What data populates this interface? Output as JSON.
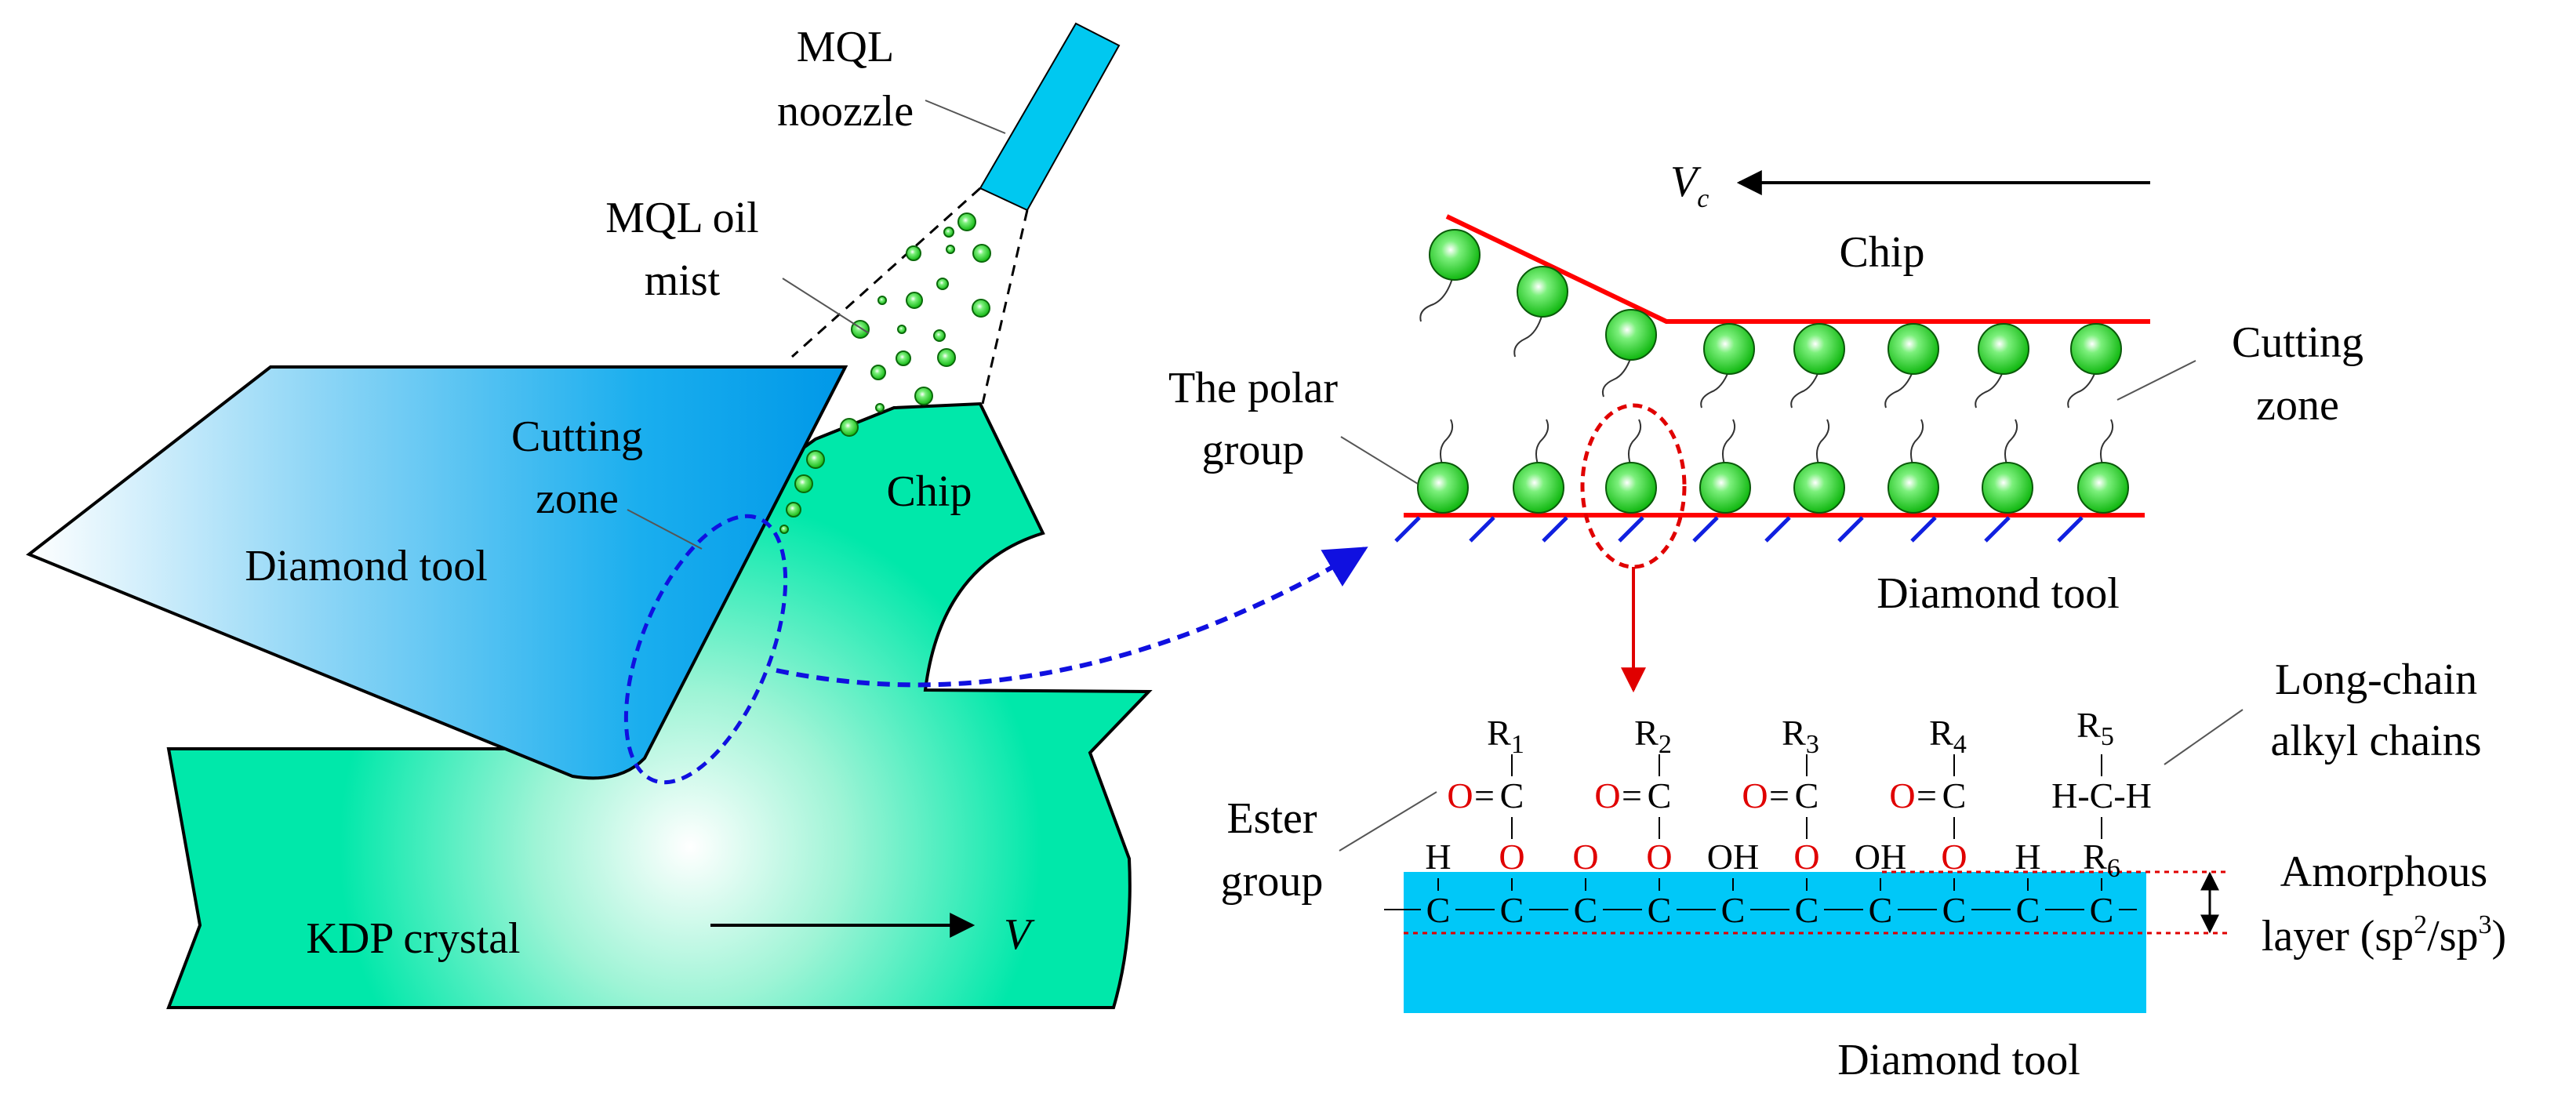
{
  "labels": {
    "mql_nozzle_line1": "MQL",
    "mql_nozzle_line2": "noozzle",
    "mql_oil_line1": "MQL oil",
    "mql_oil_line2": "mist",
    "cutting_zone_left_1": "Cutting",
    "cutting_zone_left_2": "zone",
    "chip_left": "Chip",
    "diamond_tool_left": "Diamond tool",
    "kdp_crystal": "KDP crystal",
    "velocity_v": "V",
    "velocity_vc": "V",
    "velocity_vc_sub": "c",
    "chip_right": "Chip",
    "cutting_zone_right_1": "Cutting",
    "cutting_zone_right_2": "zone",
    "polar_group_1": "The polar",
    "polar_group_2": "group",
    "diamond_tool_right": "Diamond tool",
    "long_chain_1": "Long-chain",
    "long_chain_2": "alkyl chains",
    "ester_1": "Ester",
    "ester_2": "group",
    "amorphous_1": "Amorphous",
    "amorphous_2": "layer (sp",
    "amorphous_sup1": "2",
    "amorphous_mid": "/sp",
    "amorphous_sup2": "3",
    "amorphous_end": ")",
    "diamond_tool_bottom": "Diamond tool"
  },
  "chem": {
    "r": "R",
    "r_subs": [
      "1",
      "2",
      "3",
      "4",
      "5"
    ],
    "r6": "R",
    "r6_sub": "6",
    "o": "O",
    "c": "C",
    "oc_eq": "=",
    "hch": "H-C-H",
    "h": "H",
    "oh": "OH",
    "backbone_carbons": [
      "C",
      "C",
      "C",
      "C",
      "C",
      "C",
      "C",
      "C",
      "C",
      "C"
    ]
  },
  "colors": {
    "tool_blue": "#0aa0e8",
    "kdp_green": "#00e8a8",
    "nozzle_cyan": "#00c8f0",
    "droplet_green": "#20c020",
    "film_red": "#ff0000",
    "ellipse_blue": "#1010e0",
    "layer_blue": "#00c8f8"
  }
}
